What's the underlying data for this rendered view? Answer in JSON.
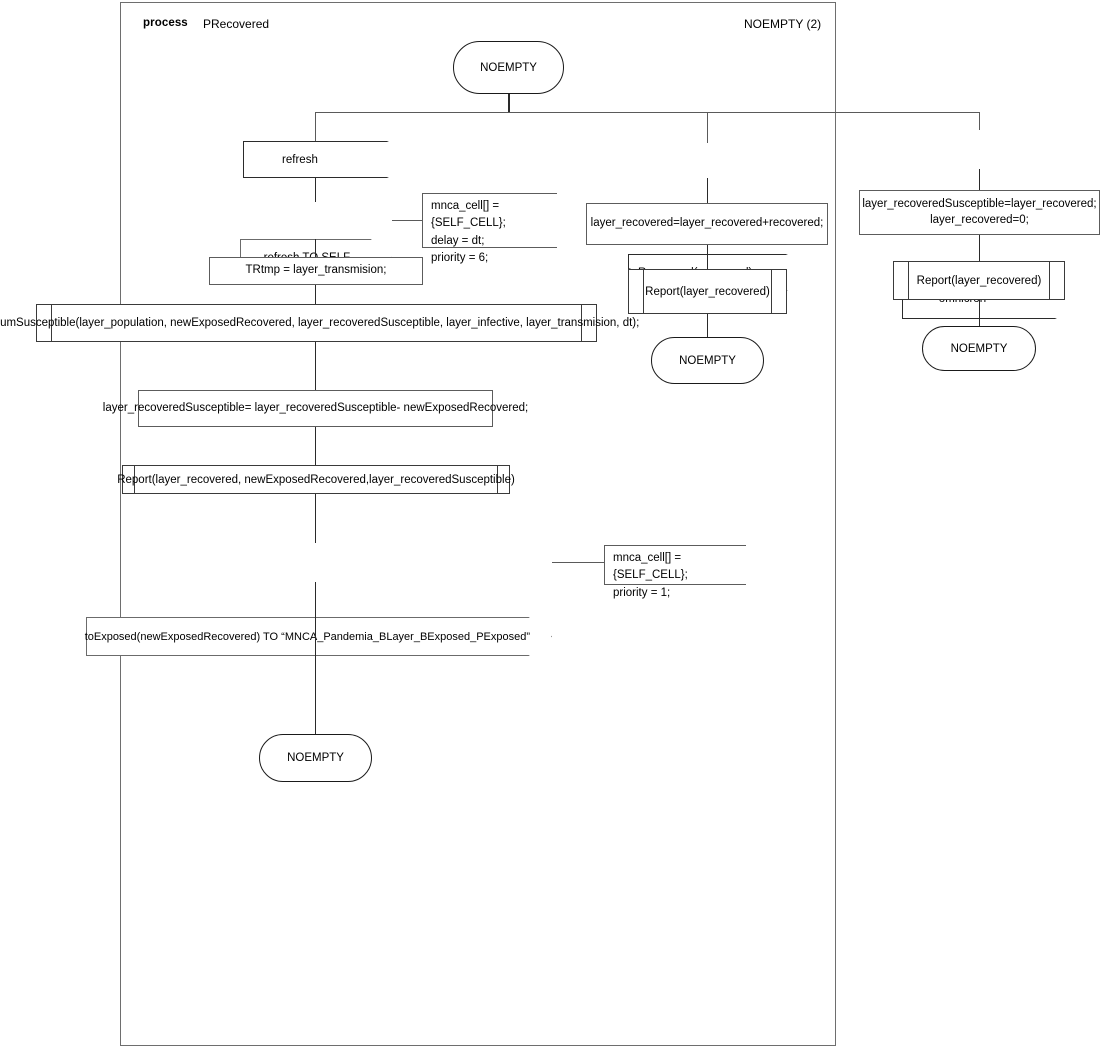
{
  "frame": {
    "keyword": "process",
    "name": "PRecovered",
    "right_label": "NOEMPTY (2)"
  },
  "diagram": {
    "type": "sdl-process-flowchart",
    "start_state": {
      "label": "NOEMPTY"
    },
    "branches": [
      {
        "id": "refresh-branch",
        "input": {
          "label": "refresh"
        },
        "nodes": [
          {
            "kind": "output-signal",
            "label": "refresh TO SELF",
            "comment": "mnca_cell[] = {SELF_CELL};\ndelay = dt;\npriority = 6;"
          },
          {
            "kind": "task",
            "label": "TRtmp  = layer_transmision;"
          },
          {
            "kind": "procedure-call",
            "label": "numSusceptible(layer_population, newExposedRecovered, layer_recoveredSusceptible, layer_infective, layer_transmision, dt);"
          },
          {
            "kind": "task",
            "label": "layer_recoveredSusceptible= layer_recoveredSusceptible- newExposedRecovered;"
          },
          {
            "kind": "procedure-call",
            "label": "Report(layer_recovered, newExposedRecovered,layer_recoveredSusceptible)"
          },
          {
            "kind": "output-signal",
            "label": "toExposed(newExposedRecovered) TO “MNCA_Pandemia_BLayer_BExposed_PExposed”",
            "comment": "mnca_cell[] = {SELF_CELL};\npriority = 1;"
          },
          {
            "kind": "state",
            "label": "NOEMPTY"
          }
        ]
      },
      {
        "id": "torecovered-branch",
        "input": {
          "label": "toRecovered(recovered)"
        },
        "nodes": [
          {
            "kind": "task",
            "label": "layer_recovered=layer_recovered+recovered;"
          },
          {
            "kind": "procedure-call",
            "label": "Report(layer_recovered)"
          },
          {
            "kind": "state",
            "label": "NOEMPTY"
          }
        ]
      },
      {
        "id": "omnicron-branch",
        "input": {
          "label": "omnicron"
        },
        "nodes": [
          {
            "kind": "task",
            "label": "layer_recoveredSusceptible=layer_recovered;\nlayer_recovered=0;"
          },
          {
            "kind": "procedure-call",
            "label": "Report(layer_recovered)"
          },
          {
            "kind": "state",
            "label": "NOEMPTY"
          }
        ]
      }
    ]
  },
  "labels": {
    "state_noempty": "NOEMPTY",
    "sig_refresh": "refresh",
    "sig_refresh_to_self": "refresh TO SELF",
    "comment_refresh": "mnca_cell[] = {SELF_CELL};\ndelay = dt;\npriority = 6;",
    "task_trtmp": "TRtmp  = layer_transmision;",
    "proc_numsusceptible": "numSusceptible(layer_population, newExposedRecovered, layer_recoveredSusceptible, layer_infective, layer_transmision, dt);",
    "task_recsusc": "layer_recoveredSusceptible= layer_recoveredSusceptible- newExposedRecovered;",
    "proc_report_long": "Report(layer_recovered, newExposedRecovered,layer_recoveredSusceptible)",
    "sig_toexposed": "toExposed(newExposedRecovered) TO “MNCA_Pandemia_BLayer_BExposed_PExposed”",
    "comment_toexposed": "mnca_cell[] = {SELF_CELL};\npriority = 1;",
    "state_noempty_bottom": "NOEMPTY",
    "sig_torecovered": "toRecovered(recovered)",
    "task_layerrec": "layer_recovered=layer_recovered+recovered;",
    "proc_report_mid": "Report(layer_recovered)",
    "state_noempty_mid": "NOEMPTY",
    "sig_omnicron": "omnicron",
    "task_omnicron": "layer_recoveredSusceptible=layer_recovered;\nlayer_recovered=0;",
    "proc_report_right": "Report(layer_recovered)",
    "state_noempty_right": "NOEMPTY"
  },
  "colors": {
    "frame_border": "#6e6e6e",
    "line": "#5a5a5a",
    "shape_border": "#3a3a3a",
    "text": "#000000",
    "background": "#ffffff"
  }
}
